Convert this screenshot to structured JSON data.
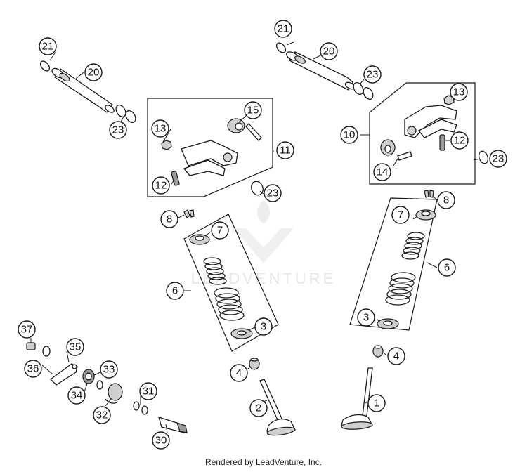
{
  "watermark": {
    "text": "LEADVENTURE"
  },
  "footer": {
    "credit": "Rendered by LeadVenture, Inc."
  },
  "callouts": [
    {
      "id": "l21",
      "label": "21"
    },
    {
      "id": "l20",
      "label": "20"
    },
    {
      "id": "l23a",
      "label": "23"
    },
    {
      "id": "l15",
      "label": "15"
    },
    {
      "id": "l13a",
      "label": "13"
    },
    {
      "id": "l11",
      "label": "11"
    },
    {
      "id": "l12a",
      "label": "12"
    },
    {
      "id": "l23b",
      "label": "23"
    },
    {
      "id": "l8a",
      "label": "8"
    },
    {
      "id": "l7a",
      "label": "7"
    },
    {
      "id": "l6a",
      "label": "6"
    },
    {
      "id": "l3a",
      "label": "3"
    },
    {
      "id": "l4a",
      "label": "4"
    },
    {
      "id": "l2",
      "label": "2"
    },
    {
      "id": "r21",
      "label": "21"
    },
    {
      "id": "r20",
      "label": "20"
    },
    {
      "id": "r23a",
      "label": "23"
    },
    {
      "id": "r13",
      "label": "13"
    },
    {
      "id": "r10",
      "label": "10"
    },
    {
      "id": "r12",
      "label": "12"
    },
    {
      "id": "r14",
      "label": "14"
    },
    {
      "id": "r23b",
      "label": "23"
    },
    {
      "id": "r8",
      "label": "8"
    },
    {
      "id": "r7",
      "label": "7"
    },
    {
      "id": "r6",
      "label": "6"
    },
    {
      "id": "r3",
      "label": "3"
    },
    {
      "id": "r4",
      "label": "4"
    },
    {
      "id": "r1",
      "label": "1"
    },
    {
      "id": "d37",
      "label": "37"
    },
    {
      "id": "d35",
      "label": "35"
    },
    {
      "id": "d36",
      "label": "36"
    },
    {
      "id": "d33",
      "label": "33"
    },
    {
      "id": "d34",
      "label": "34"
    },
    {
      "id": "d31",
      "label": "31"
    },
    {
      "id": "d32",
      "label": "32"
    },
    {
      "id": "d30",
      "label": "30"
    }
  ]
}
